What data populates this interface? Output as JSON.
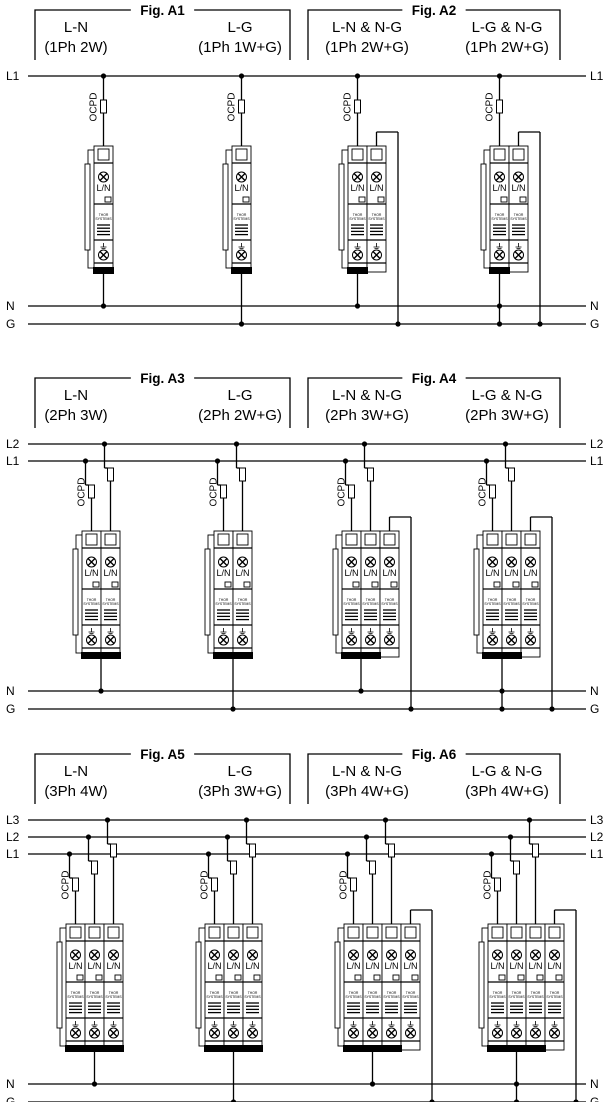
{
  "line_labels": {
    "L1": "L1",
    "L2": "L2",
    "L3": "L3",
    "N": "N",
    "G": "G"
  },
  "device": {
    "ocpd": "OCPD",
    "terminal": "L/N",
    "brand": "THOR",
    "brand_sub": "SYSTEMS"
  },
  "figures": [
    {
      "id": "A1",
      "title": "Fig. A1",
      "left": {
        "conn": "L-N",
        "config": "(1Ph 2W)"
      },
      "right": {
        "conn": "L-G",
        "config": "(1Ph 1W+G)"
      }
    },
    {
      "id": "A2",
      "title": "Fig. A2",
      "left": {
        "conn": "L-N & N-G",
        "config": "(1Ph 2W+G)"
      },
      "right": {
        "conn": "L-G & N-G",
        "config": "(1Ph 2W+G)"
      }
    },
    {
      "id": "A3",
      "title": "Fig. A3",
      "left": {
        "conn": "L-N",
        "config": "(2Ph 3W)"
      },
      "right": {
        "conn": "L-G",
        "config": "(2Ph 2W+G)"
      }
    },
    {
      "id": "A4",
      "title": "Fig. A4",
      "left": {
        "conn": "L-N & N-G",
        "config": "(2Ph 3W+G)"
      },
      "right": {
        "conn": "L-G & N-G",
        "config": "(2Ph 3W+G)"
      }
    },
    {
      "id": "A5",
      "title": "Fig. A5",
      "left": {
        "conn": "L-N",
        "config": "(3Ph 4W)"
      },
      "right": {
        "conn": "L-G",
        "config": "(3Ph 3W+G)"
      }
    },
    {
      "id": "A6",
      "title": "Fig. A6",
      "left": {
        "conn": "L-N & N-G",
        "config": "(3Ph 4W+G)"
      },
      "right": {
        "conn": "L-G & N-G",
        "config": "(3Ph 4W+G)"
      }
    }
  ]
}
